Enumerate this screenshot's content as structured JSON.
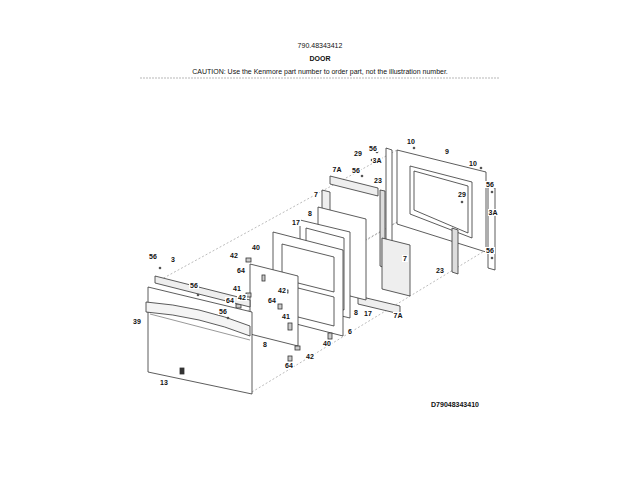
{
  "diagram": {
    "title": "DOOR",
    "labels": [
      "790.48343412",
      "CAUTION: Use the Kenmore part number to order part, not the illustration number.",
      "56",
      "10",
      "29",
      "9",
      "3A",
      "10",
      "7A",
      "56",
      "23",
      "56",
      "29",
      "7",
      "3A",
      "8",
      "17",
      "40",
      "42",
      "56",
      "3",
      "64",
      "56",
      "23",
      "7",
      "41",
      "42",
      "42",
      "56",
      "64",
      "64",
      "8",
      "17",
      "7A",
      "56",
      "41",
      "6",
      "39",
      "40",
      "8",
      "42",
      "64",
      "13",
      "D79048343410"
    ]
  }
}
